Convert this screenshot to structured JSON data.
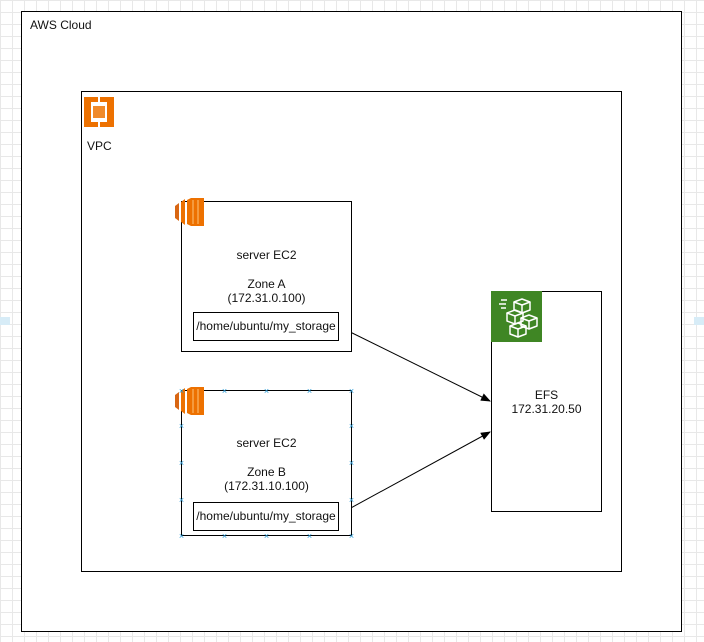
{
  "aws_cloud": {
    "label": "AWS Cloud"
  },
  "vpc": {
    "label": "VPC",
    "icon": "vpc-icon",
    "color": "#ED7100"
  },
  "servers": [
    {
      "title": "server EC2",
      "zone": "Zone A",
      "ip": "(172.31.0.100)",
      "path": "/home/ubuntu/my_storage",
      "icon": "ec2-icon",
      "selected": false
    },
    {
      "title": "server EC2",
      "zone": "Zone B",
      "ip": "(172.31.10.100)",
      "path": "/home/ubuntu/my_storage",
      "icon": "ec2-icon",
      "selected": true
    }
  ],
  "efs": {
    "label": "EFS",
    "ip": "172.31.20.50",
    "icon": "efs-icon",
    "color": "#3F8624"
  },
  "colors": {
    "ec2": "#ED7100",
    "selection": "#2a9ad6",
    "efs": "#3F8624"
  }
}
